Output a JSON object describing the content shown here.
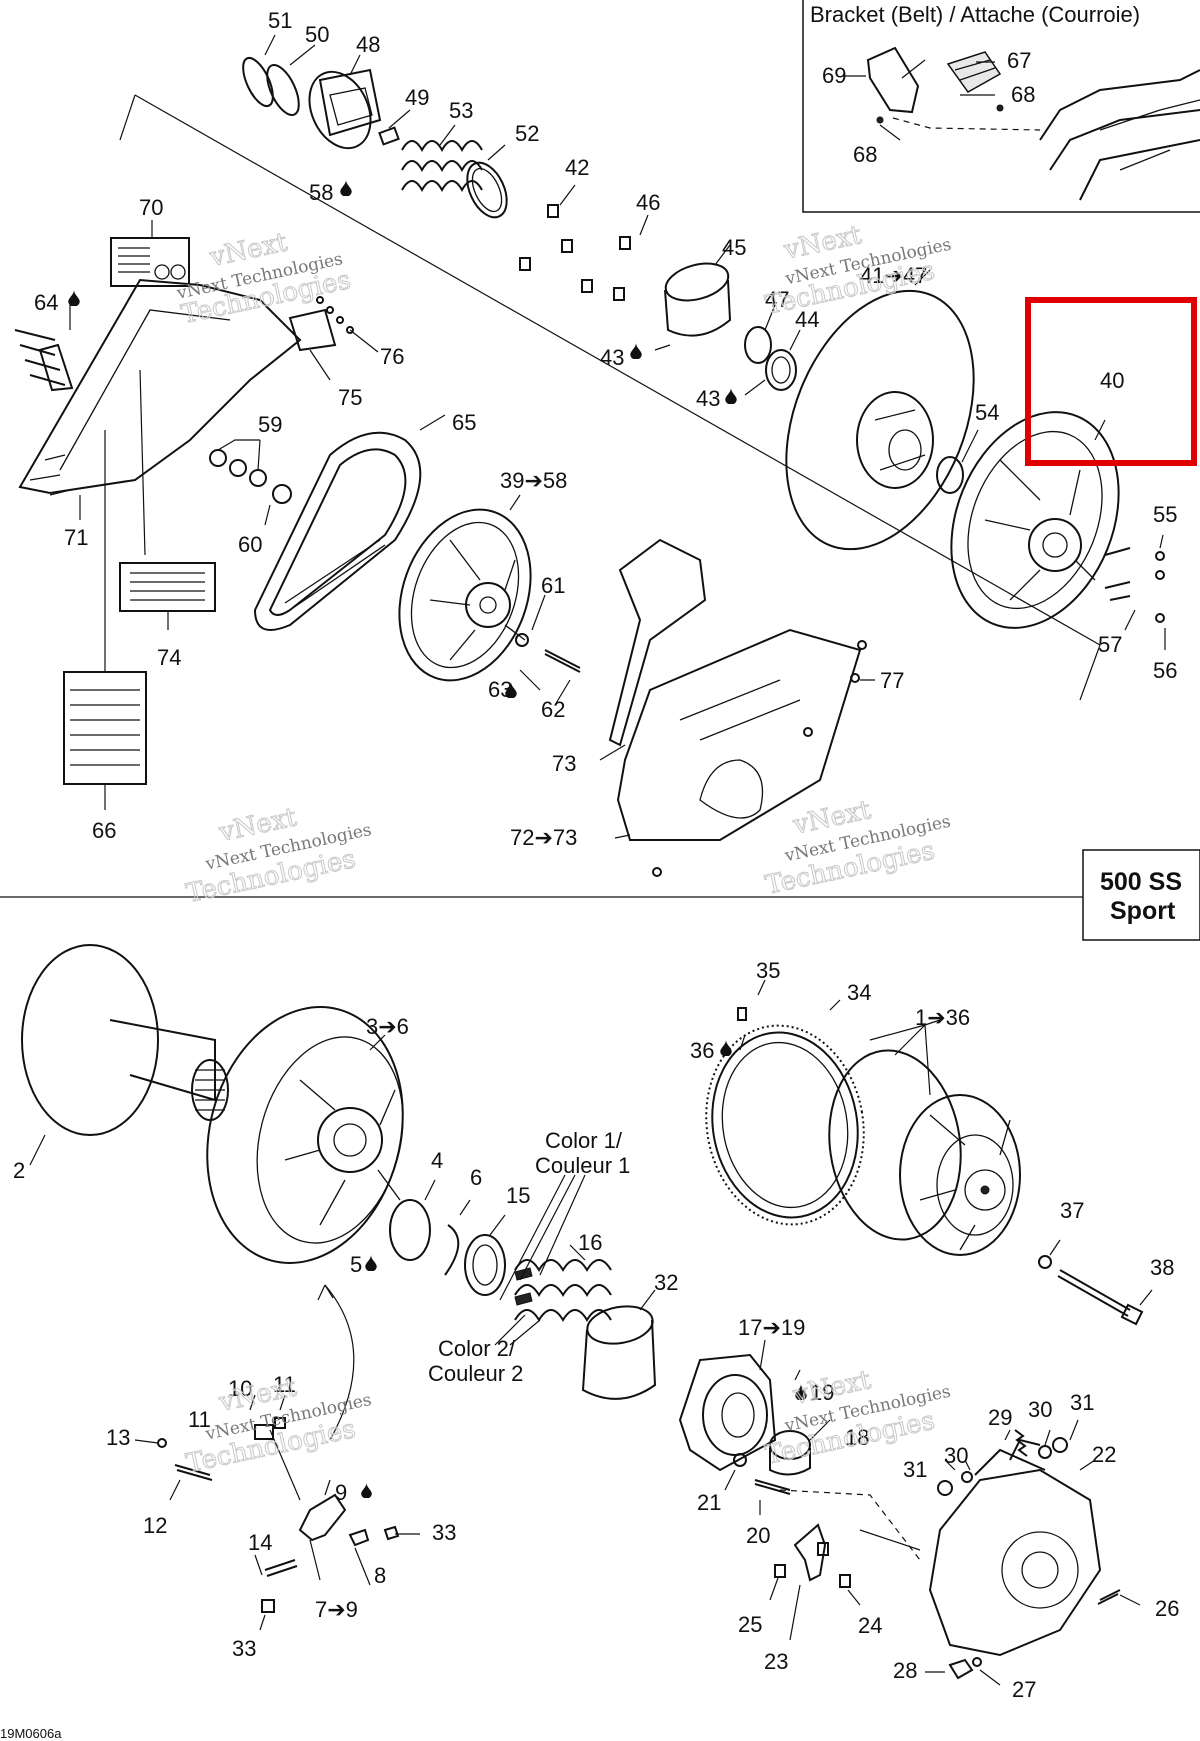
{
  "highlight_color": "#e00000",
  "inset": {
    "title": "Bracket (Belt) / Attache (Courroie)"
  },
  "model_badge": {
    "line1": "500 SS",
    "line2": "Sport"
  },
  "watermark": {
    "line1": "vNext",
    "line2": "vNext Technologies",
    "line3": "Technologies"
  },
  "drawing_ref": "19M0606a",
  "callouts": {
    "c1_36": "1➔36",
    "c2": "2",
    "c3_6": "3➔6",
    "c4": "4",
    "c5": "5",
    "c6": "6",
    "c7_9": "7➔9",
    "c8": "8",
    "c9": "9",
    "c10": "10",
    "c11a": "11",
    "c11b": "11",
    "c12": "12",
    "c13": "13",
    "c14": "14",
    "c15": "15",
    "c16": "16",
    "c17_19": "17➔19",
    "c18": "18",
    "c19": "19",
    "c20": "20",
    "c21": "21",
    "c22": "22",
    "c23": "23",
    "c24": "24",
    "c25": "25",
    "c26": "26",
    "c27": "27",
    "c28": "28",
    "c29": "29",
    "c30a": "30",
    "c30b": "30",
    "c31a": "31",
    "c31b": "31",
    "c32": "32",
    "c33a": "33",
    "c33b": "33",
    "c34": "34",
    "c35": "35",
    "c36": "36",
    "c37": "37",
    "c38": "38",
    "c39_58": "39➔58",
    "c40": "40",
    "c41_47": "41➔47",
    "c42": "42",
    "c43a": "43",
    "c43b": "43",
    "c44": "44",
    "c45": "45",
    "c46": "46",
    "c47": "47",
    "c48": "48",
    "c49": "49",
    "c50": "50",
    "c51": "51",
    "c52": "52",
    "c53": "53",
    "c54": "54",
    "c55": "55",
    "c56": "56",
    "c57": "57",
    "c58": "58",
    "c59": "59",
    "c60": "60",
    "c61": "61",
    "c62": "62",
    "c63": "63",
    "c64": "64",
    "c65": "65",
    "c66": "66",
    "c67": "67",
    "c68a": "68",
    "c68b": "68",
    "c69": "69",
    "c70": "70",
    "c71": "71",
    "c72_73": "72➔73",
    "c73": "73",
    "c74": "74",
    "c75": "75",
    "c76": "76",
    "c77": "77",
    "color1": {
      "line1": "Color 1/",
      "line2": "Couleur 1"
    },
    "color2": {
      "line1": "Color 2/",
      "line2": "Couleur 2"
    }
  }
}
